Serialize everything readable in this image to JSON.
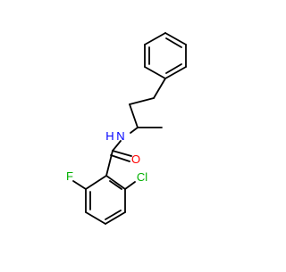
{
  "molecule": {
    "atoms": {
      "n": "N",
      "h": "H",
      "o": "O",
      "f": "F",
      "cl": "Cl"
    },
    "colors": {
      "bond": "#000000",
      "nitrogen": "#0000ff",
      "oxygen": "#ff0000",
      "fluorine": "#00b000",
      "chlorine": "#00b000"
    }
  }
}
